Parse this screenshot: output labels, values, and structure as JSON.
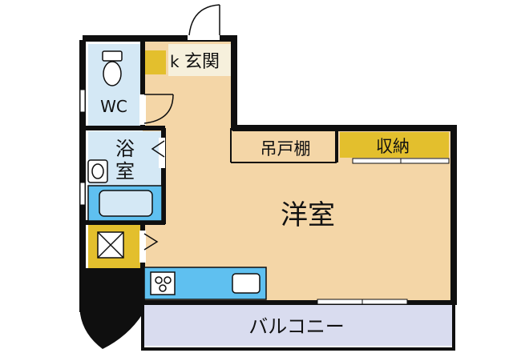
{
  "rooms": {
    "entrance": "玄関",
    "entrance_prefix": "k",
    "toilet": "WC",
    "bath_top": "浴",
    "bath_bottom": "室",
    "hanging_shelf": "吊戸棚",
    "storage": "収納",
    "western_room": "洋室",
    "balcony": "バルコニー"
  },
  "colors": {
    "floor": "#f4d6a7",
    "wet_area": "#d4e8f5",
    "storage_fill": "#e3bf2d",
    "balcony_fill": "#d9dcef",
    "wall": "#0f0f0f",
    "fixture_blue": "#5fc0f0"
  },
  "icons": {
    "washing_machine": "washing-machine-icon",
    "toilet": "toilet-icon",
    "stove": "stove-icon",
    "sink": "sink-icon"
  }
}
